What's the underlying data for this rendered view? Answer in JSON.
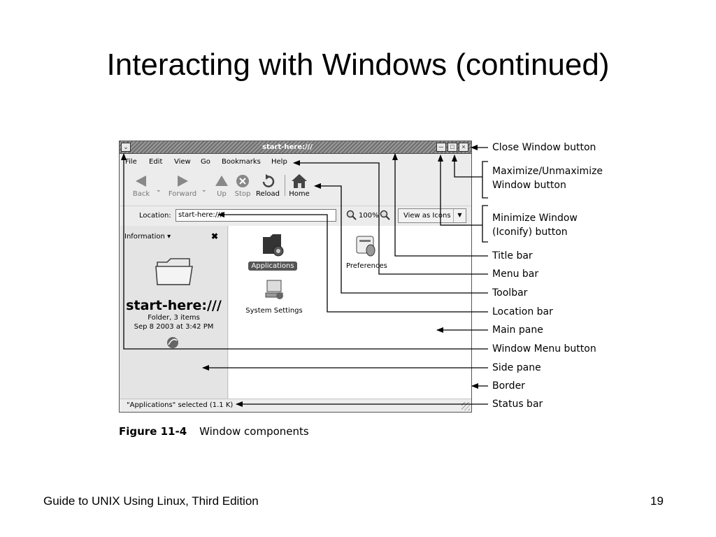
{
  "slide": {
    "title": "Interacting with Windows (continued)",
    "footer_left": "Guide to UNIX Using Linux, Third Edition",
    "page_number": "19"
  },
  "window": {
    "title": "start-here:///",
    "menu": [
      "File",
      "Edit",
      "View",
      "Go",
      "Bookmarks",
      "Help"
    ],
    "toolbar": {
      "back": "Back",
      "forward": "Forward",
      "up": "Up",
      "stop": "Stop",
      "reload": "Reload",
      "home": "Home"
    },
    "location": {
      "label": "Location:",
      "value": "start-here:///",
      "zoom": "100%",
      "view_mode": "View as Icons"
    },
    "side_pane": {
      "selector": "Information ▾",
      "name": "start-here:///",
      "detail1": "Folder, 3 items",
      "detail2": "Sep 8 2003 at 3:42 PM"
    },
    "main_pane": {
      "items": [
        {
          "label": "Applications",
          "icon": "applications-folder-icon",
          "selected": true
        },
        {
          "label": "Preferences",
          "icon": "preferences-icon",
          "selected": false
        },
        {
          "label": "System Settings",
          "icon": "system-settings-icon",
          "selected": false
        }
      ]
    },
    "status": "\"Applications\" selected (1.1 K)"
  },
  "callouts": [
    "Close Window button",
    "Maximize/Unmaximize Window button",
    "Minimize Window (Iconify) button",
    "Title bar",
    "Menu bar",
    "Toolbar",
    "Location bar",
    "Main pane",
    "Window Menu button",
    "Side pane",
    "Border",
    "Status bar"
  ],
  "caption": {
    "figure": "Figure 11-4",
    "text": "Window components"
  }
}
